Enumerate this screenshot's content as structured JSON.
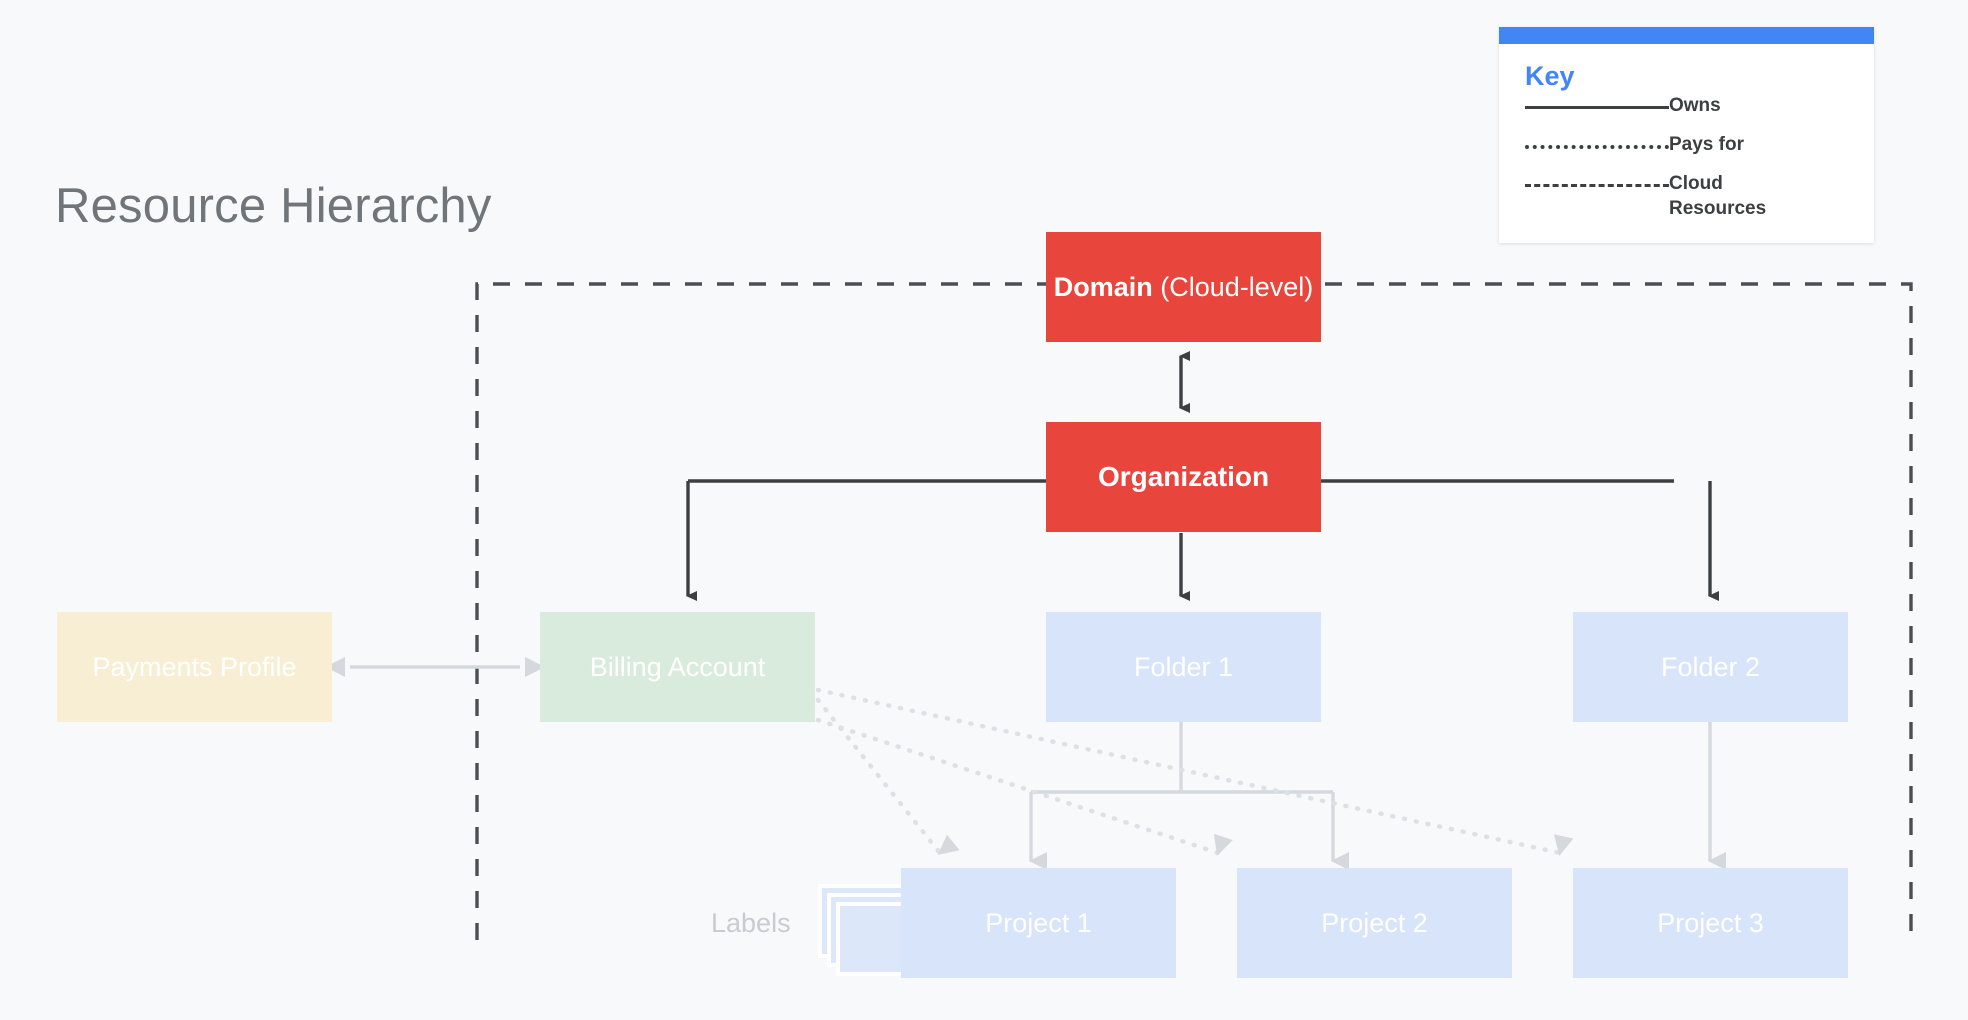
{
  "page": {
    "title": "Resource Hierarchy",
    "background": "#F7F9FA"
  },
  "colors": {
    "accent_blue": "#4285F4",
    "red_node": "#E8453C",
    "cream_node": "#F8EED4",
    "green_node": "#D9EBDC",
    "blue_node": "#D7E4F9",
    "title_gray": "#70757A",
    "line_dark": "#3C4043",
    "line_light": "#D0D4D8"
  },
  "legend": {
    "title": "Key",
    "items": [
      {
        "style": "solid",
        "label": "Owns"
      },
      {
        "style": "dotted",
        "label": "Pays for"
      },
      {
        "style": "dashed",
        "label": "Cloud Resources"
      }
    ]
  },
  "nodes": {
    "domain": {
      "label_bold": "Domain",
      "label_regular": "(Cloud-level)"
    },
    "organization": {
      "label": "Organization"
    },
    "payments_profile": {
      "label": "Payments Profile"
    },
    "billing_account": {
      "label": "Billing Account"
    },
    "folder_1": {
      "label": "Folder 1"
    },
    "folder_2": {
      "label": "Folder 2"
    },
    "project_1": {
      "label": "Project 1"
    },
    "project_2": {
      "label": "Project 2"
    },
    "project_3": {
      "label": "Project 3"
    },
    "labels": {
      "label": "Labels"
    }
  },
  "relationships": [
    {
      "from": "Domain (Cloud-level)",
      "to": "Organization",
      "type": "Owns",
      "direction": "bidirectional"
    },
    {
      "from": "Organization",
      "to": "Billing Account",
      "type": "Owns",
      "direction": "down"
    },
    {
      "from": "Organization",
      "to": "Folder 1",
      "type": "Owns",
      "direction": "down"
    },
    {
      "from": "Organization",
      "to": "Folder 2",
      "type": "Owns",
      "direction": "down"
    },
    {
      "from": "Payments Profile",
      "to": "Billing Account",
      "type": "Owns",
      "direction": "bidirectional"
    },
    {
      "from": "Folder 1",
      "to": "Project 1",
      "type": "Owns",
      "direction": "down"
    },
    {
      "from": "Folder 1",
      "to": "Project 2",
      "type": "Owns",
      "direction": "down"
    },
    {
      "from": "Folder 2",
      "to": "Project 3",
      "type": "Owns",
      "direction": "down"
    },
    {
      "from": "Billing Account",
      "to": "Project 1",
      "type": "Pays for",
      "direction": "down"
    },
    {
      "from": "Billing Account",
      "to": "Project 2",
      "type": "Pays for",
      "direction": "down"
    },
    {
      "from": "Billing Account",
      "to": "Project 3",
      "type": "Pays for",
      "direction": "down"
    }
  ],
  "cloud_resources_boundary": {
    "style": "dashed",
    "contains": [
      "Domain (Cloud-level)",
      "Organization",
      "Billing Account",
      "Folder 1",
      "Folder 2",
      "Project 1",
      "Project 2",
      "Project 3"
    ]
  }
}
